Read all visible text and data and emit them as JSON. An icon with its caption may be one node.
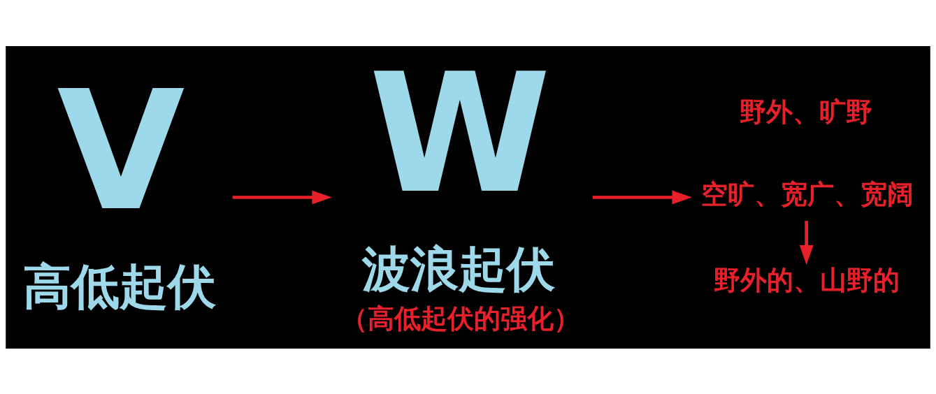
{
  "diagram": {
    "nodes": [
      {
        "text": [
          "V",
          "高低起伏"
        ]
      },
      {
        "text": [
          "W",
          "波浪起伏"
        ],
        "beside": [
          "（高低起伏的强化）"
        ]
      },
      {
        "text": [
          "野外的、山野的"
        ]
      },
      {
        "text": [
          "空旷、宽广、宽阔"
        ]
      }
    ],
    "edges": [
      {
        "from": 0,
        "to": 1,
        "arrow": "to"
      },
      {
        "from": 1,
        "to": 3,
        "arrow": "to"
      },
      {
        "from": 3,
        "to": 2,
        "arrow": "to"
      }
    ],
    "labels": [
      "野外、旷野"
    ]
  }
}
